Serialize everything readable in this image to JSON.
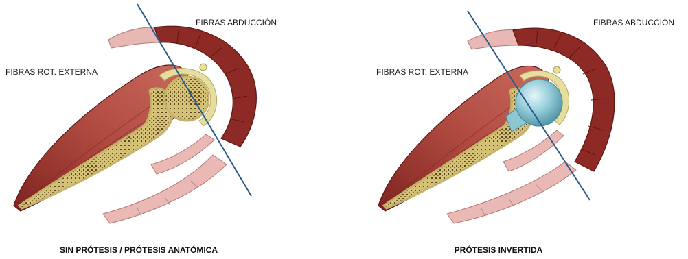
{
  "panels": [
    {
      "label_abduction": "FIBRAS ABDUCCIÓN",
      "label_rotation": "FIBRAS ROT. EXTERNA",
      "caption": "SIN PRÓTESIS / PRÓTESIS ANATÓMICA",
      "humeral_head": "anatomical"
    },
    {
      "label_abduction": "FIBRAS ABDUCCIÓN",
      "label_rotation": "FIBRAS ROT. EXTERNA",
      "caption": "PRÓTESIS INVERTIDA",
      "humeral_head": "reverse-prosthesis"
    }
  ],
  "colors": {
    "muscle": "#a43a33",
    "muscle_dark": "#6e1d1a",
    "tendon": "#e7b3b0",
    "bone": "#d9c37a",
    "cartilage": "#e9e0a6",
    "prosthesis": "#8cc7d2",
    "axis_line": "#2b5b8a"
  }
}
